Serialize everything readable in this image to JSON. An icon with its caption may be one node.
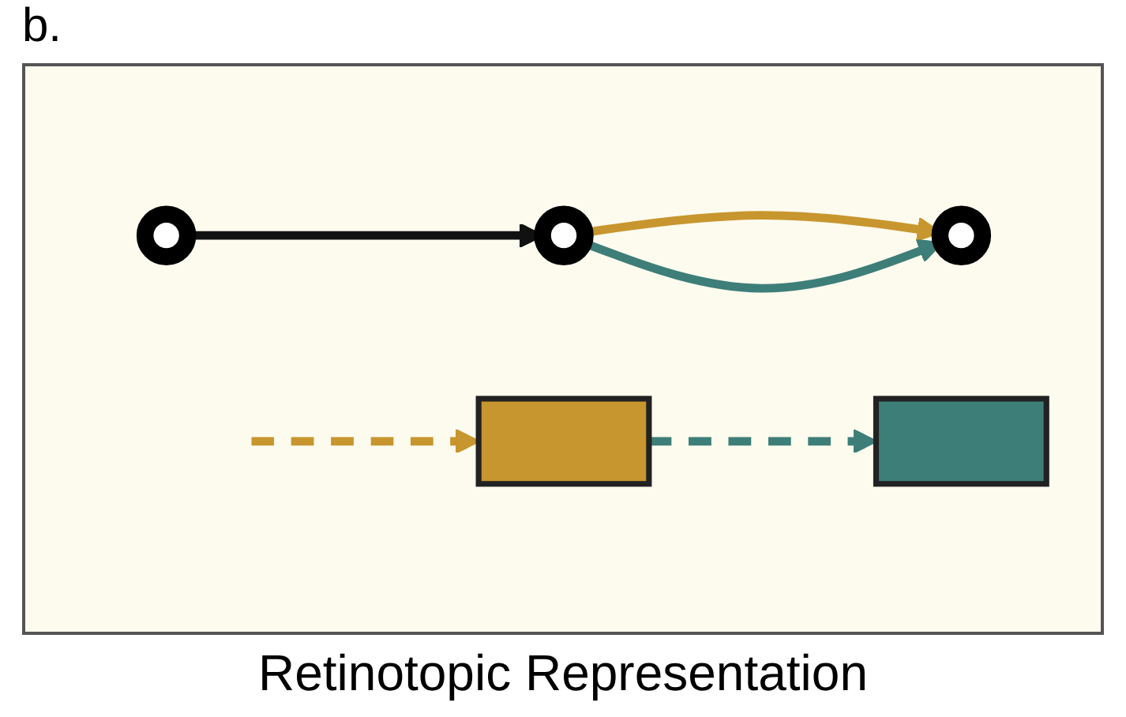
{
  "diagram": {
    "caption": "Retinotopic Representation",
    "nodes": [
      {
        "text": [],
        "shape": "circle"
      },
      {
        "text": [],
        "shape": "circle"
      },
      {
        "text": [],
        "shape": "circle"
      },
      {
        "text": [],
        "shape": "box"
      },
      {
        "text": [],
        "shape": "box"
      }
    ],
    "edges": [
      {
        "from": 0,
        "to": 1,
        "arrow": "to",
        "color": "#111111"
      },
      {
        "from": 1,
        "to": 2,
        "arrow": "to",
        "color": "#c8962e"
      },
      {
        "from": 1,
        "to": 2,
        "arrow": "to",
        "color": "#3e7e78"
      },
      {
        "from": null,
        "to": 3,
        "arrow": "to",
        "style": "dashed",
        "color": "#c8962e"
      },
      {
        "from": 3,
        "to": 4,
        "arrow": "to",
        "style": "dashed",
        "color": "#3e7e78"
      }
    ],
    "labels": [
      "b."
    ]
  }
}
